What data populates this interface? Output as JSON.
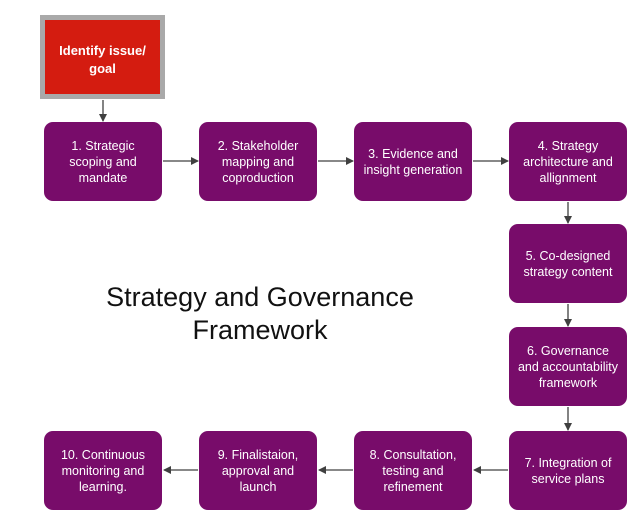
{
  "start": {
    "label": "Identify issue/ goal"
  },
  "steps": [
    {
      "label": "1. Strategic scoping and mandate"
    },
    {
      "label": "2. Stakeholder mapping and coproduction"
    },
    {
      "label": "3. Evidence and insight generation"
    },
    {
      "label": "4. Strategy architecture and allignment"
    },
    {
      "label": "5. Co-designed strategy content"
    },
    {
      "label": "6. Governance and accountability framework"
    },
    {
      "label": "7. Integration of service plans"
    },
    {
      "label": "8. Consultation, testing and refinement"
    },
    {
      "label": "9. Finalistaion, approval and launch"
    },
    {
      "label": "10. Continuous monitoring and learning."
    }
  ],
  "title": "Strategy and Governance Framework",
  "colors": {
    "start_fill": "#d41c10",
    "start_border": "#a9a9a9",
    "step_fill": "#780c6a",
    "arrow": "#404040",
    "text_on_box": "#ffffff"
  }
}
